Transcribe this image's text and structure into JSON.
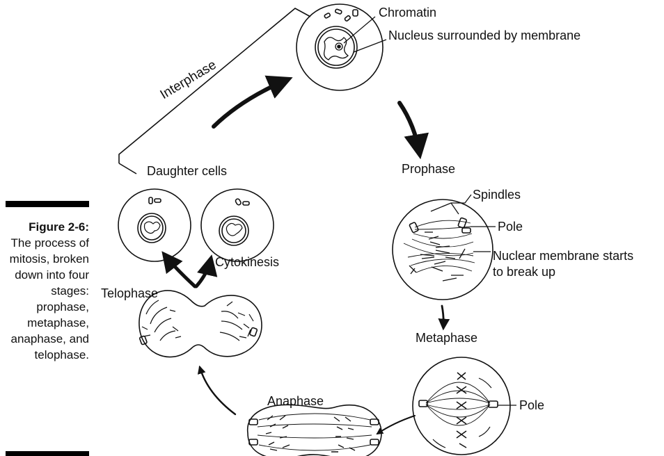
{
  "figure": {
    "number": "Figure 2-6:",
    "caption": "The process of mitosis, broken down into four stages: prophase, metaphase, anaphase, and telophase."
  },
  "labels": {
    "interphase": "Interphase",
    "chromatin": "Chromatin",
    "nucleus": "Nucleus surrounded by membrane",
    "prophase": "Prophase",
    "spindles": "Spindles",
    "pole_prophase": "Pole",
    "nuclear_membrane_line1": "Nuclear membrane starts",
    "nuclear_membrane_line2": "to break up",
    "metaphase": "Metaphase",
    "pole_metaphase": "Pole",
    "anaphase": "Anaphase",
    "telophase": "Telophase",
    "cytokinesis": "Cytokinesis",
    "daughter_cells": "Daughter cells"
  },
  "colors": {
    "ink": "#111111",
    "background": "#ffffff"
  }
}
